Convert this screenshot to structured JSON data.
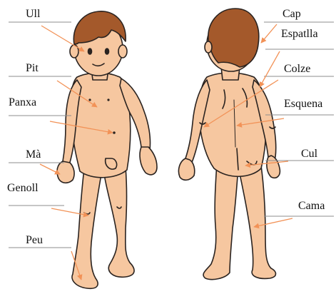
{
  "colors": {
    "skin": "#f6c7a0",
    "skin_shade": "#e7a57e",
    "outline": "#2a2320",
    "hair": "#a4592b",
    "hair_dark": "#7b3e1a",
    "arrow": "#f29257",
    "line": "#8e8e8e"
  },
  "labels": {
    "ull": "Ull",
    "pit": "Pit",
    "panxa": "Panxa",
    "ma": "Mà",
    "genoll": "Genoll",
    "peu": "Peu",
    "cap": "Cap",
    "espatlla": "Espatlla",
    "colze": "Colze",
    "esquena": "Esquena",
    "cul": "Cul",
    "cama": "Cama"
  },
  "figures": [
    {
      "name": "front-view-boy"
    },
    {
      "name": "back-view-boy"
    }
  ]
}
